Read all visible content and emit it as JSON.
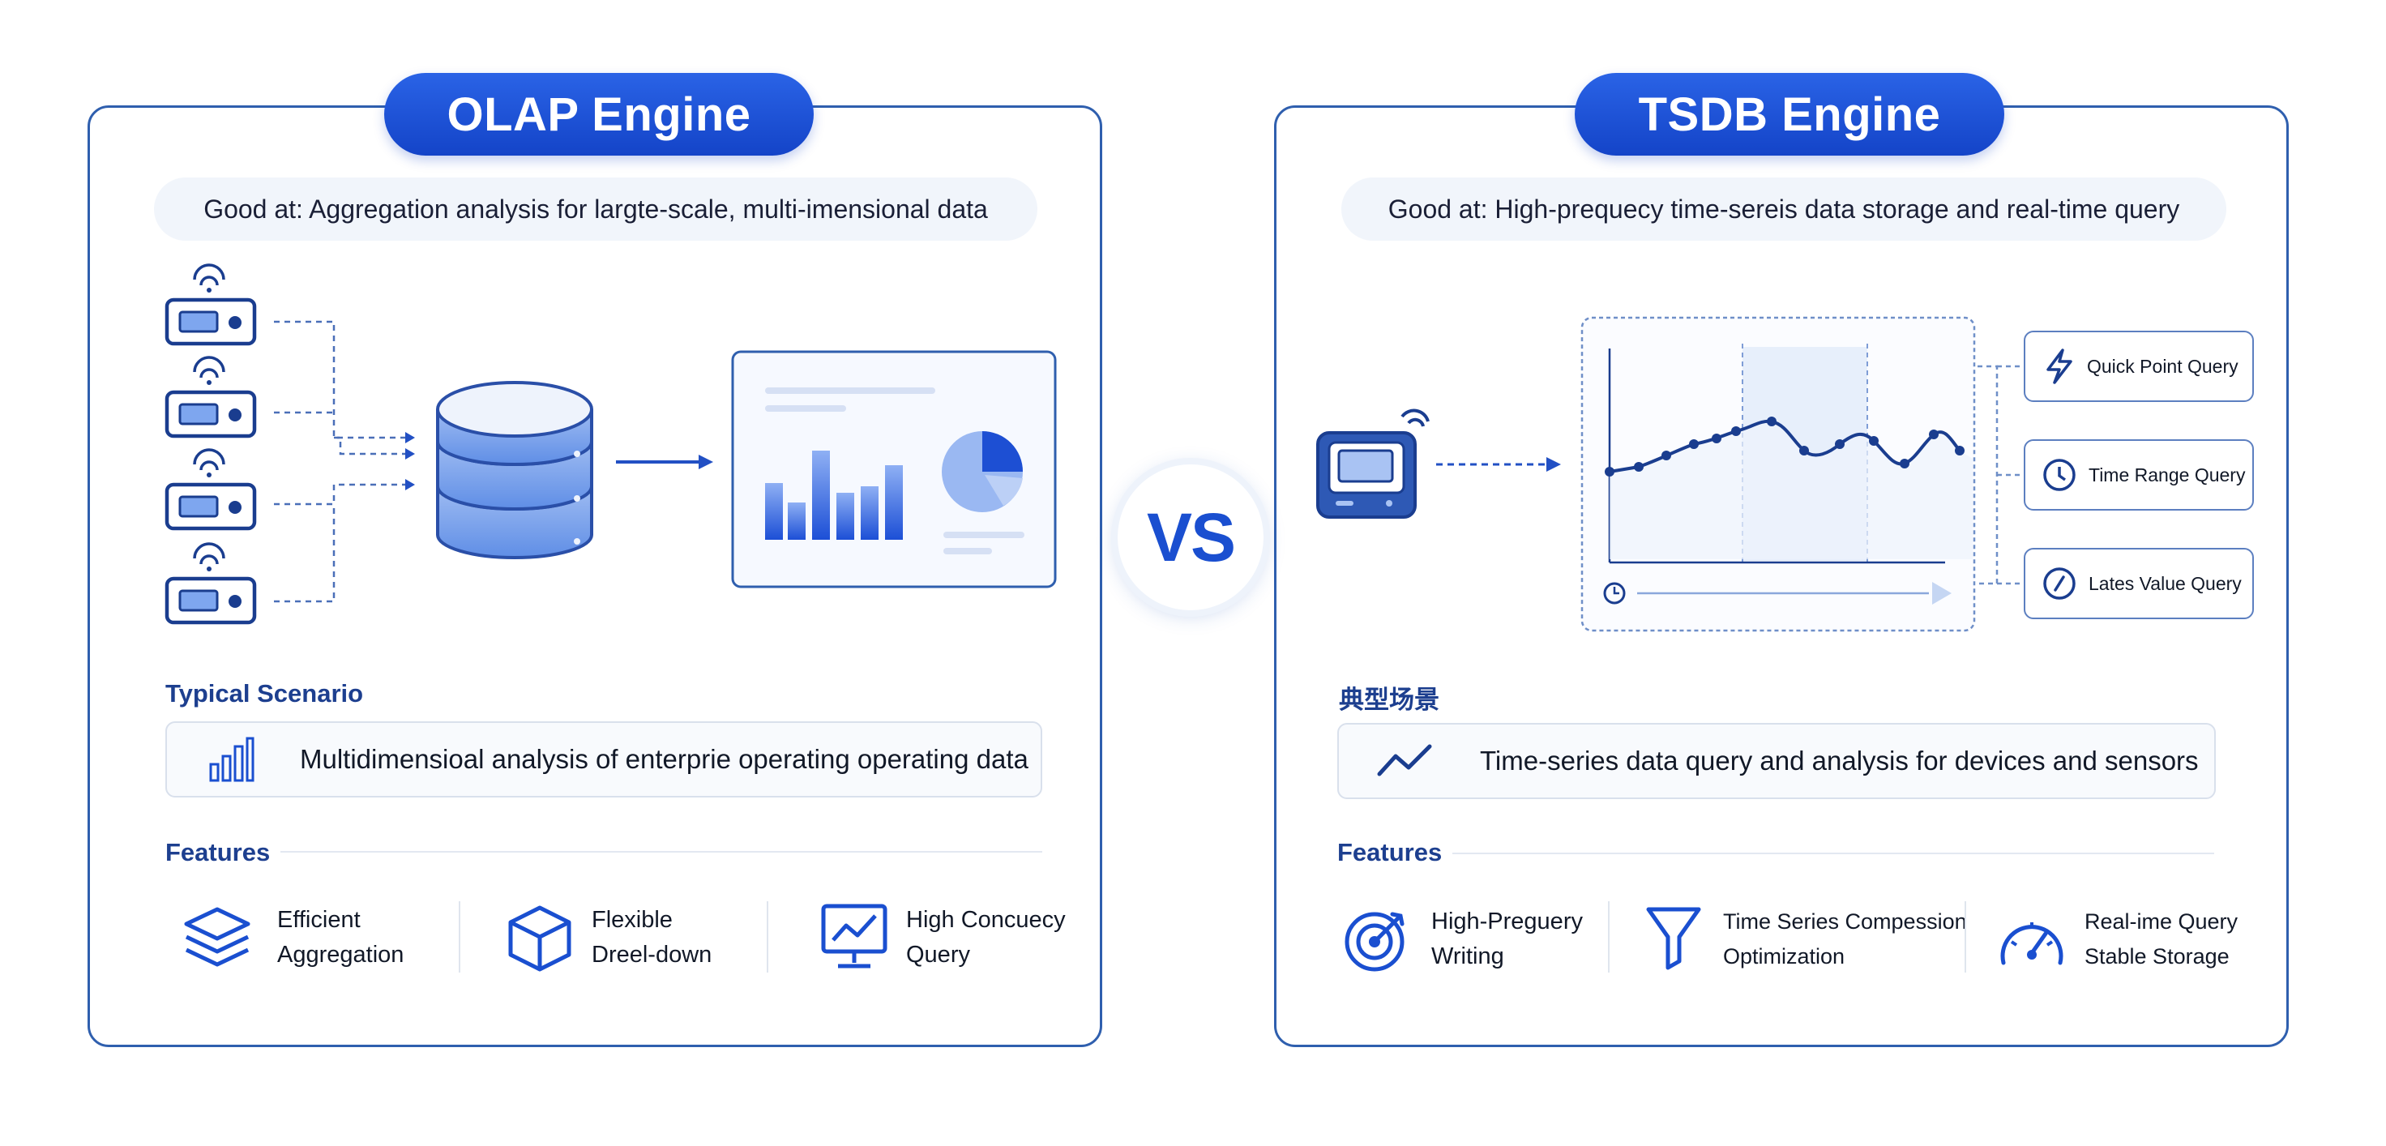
{
  "olap": {
    "title": "OLAP Engine",
    "good_at": "Good at: Aggregation analysis for largte-scale, multi-imensional data",
    "scenario_label": "Typical Scenario",
    "scenario_text": "Multidimensioal analysis of enterprie operating operating data",
    "features_label": "Features",
    "features": [
      {
        "line1": "Efficient",
        "line2": "Aggregation",
        "icon": "layers-icon"
      },
      {
        "line1": "Flexible",
        "line2": "Dreel-down",
        "icon": "cube-icon"
      },
      {
        "line1": "High Concuecy",
        "line2": "Query",
        "icon": "monitor-chart-icon"
      }
    ]
  },
  "vs": "VS",
  "tsdb": {
    "title": "TSDB Engine",
    "good_at": "Good at: High-prequecy time-sereis data storage and real-time query",
    "scenario_label": "典型场景",
    "scenario_text": "Time-series data query and analysis for devices and sensors",
    "features_label": "Features",
    "queries": [
      {
        "label": "Quick Point Query",
        "icon": "lightning-icon"
      },
      {
        "label": "Time Range Query",
        "icon": "clock-icon"
      },
      {
        "label": "Lates Value Query",
        "icon": "gauge-icon"
      }
    ],
    "features": [
      {
        "line1": "High-Preguery",
        "line2": "Writing",
        "icon": "target-icon"
      },
      {
        "line1": "Time Series Compession",
        "line2": "Optimization",
        "icon": "funnel-icon"
      },
      {
        "line1": "Real-ime Query",
        "line2": "Stable Storage",
        "icon": "speedometer-icon"
      }
    ]
  },
  "colors": {
    "primary": "#1a4fd0",
    "border": "#2f5fae",
    "light": "#f1f5fb"
  }
}
